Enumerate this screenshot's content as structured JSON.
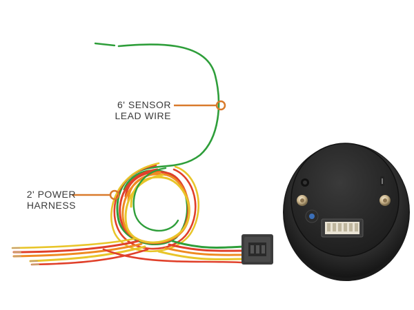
{
  "callouts": {
    "sensor_lead": {
      "line1": "6' SENSOR",
      "line2": "LEAD WIRE"
    },
    "power_harness": {
      "line1": "2' POWER",
      "line2": "HARNESS"
    }
  },
  "colors": {
    "callout_accent": "#d97a2b",
    "wire_green": "#2e9e3a",
    "wire_red": "#e0402a",
    "wire_orange": "#ef8a22",
    "wire_yellow": "#e8c52a",
    "gauge_body": "#2a2a2a",
    "connector": "#3c3c3c"
  },
  "image": {
    "subject": "gauge-back-with-sensor-lead-and-power-harness"
  }
}
